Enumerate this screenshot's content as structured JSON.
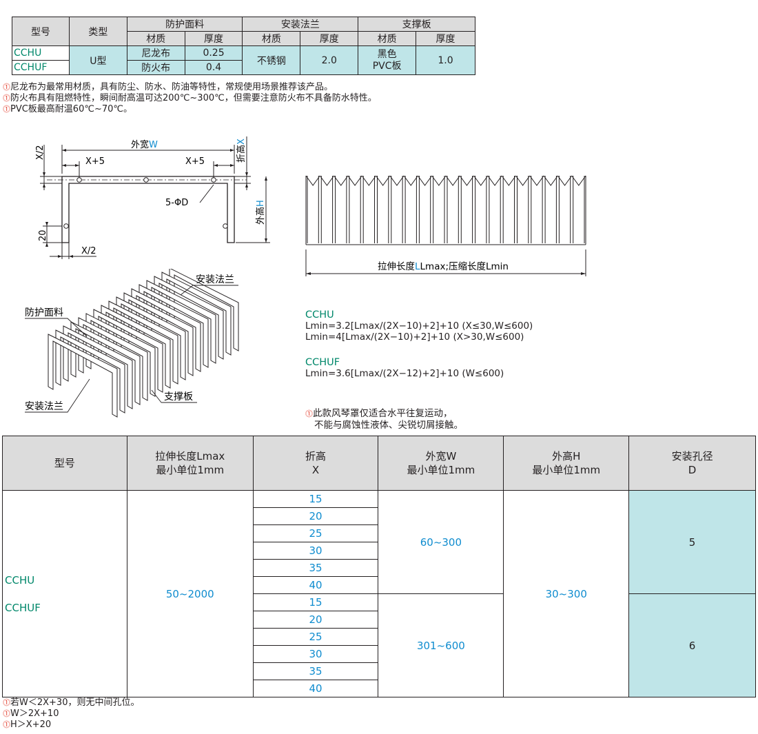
{
  "material_table": {
    "header_model": "型号",
    "header_type": "类型",
    "group_cover": "防护面料",
    "group_flange": "安装法兰",
    "group_support": "支撑板",
    "sub_material": "材质",
    "sub_thickness": "厚度",
    "model_1": "CCHU",
    "model_2": "CCHUF",
    "type": "U型",
    "cover_material_1": "尼龙布",
    "cover_thickness_1": "0.25",
    "cover_material_2": "防火布",
    "cover_thickness_2": "0.4",
    "flange_material": "不锈钢",
    "flange_thickness": "2.0",
    "support_material_line1": "黑色",
    "support_material_line2": "PVC板",
    "support_thickness": "1.0"
  },
  "top_notes": [
    "尼龙布为最常用材质，具有防尘、防水、防油等特性，常规使用场景推荐该产品。",
    "防火布具有阻燃特性，瞬间耐高温可达200℃~300℃，但需要注意防火布不具备防水特性。",
    "PVC板最高耐温60℃~70℃。"
  ],
  "drawing_labels": {
    "outer_width": "外宽",
    "outer_width_sym": "W",
    "fold_height": "折高",
    "fold_height_sym": "X",
    "outer_height": "外高",
    "outer_height_sym": "H",
    "x_half": "X/2",
    "x_plus_5": "X+5",
    "hole": "5-ΦD",
    "twenty": "20",
    "length_label_a": "拉伸长度",
    "length_label_b": "Lmax;压缩长度Lmin",
    "length_label_L": "L",
    "flange_top": "安装法兰",
    "cover": "防护面料",
    "flange_bottom": "安装法兰",
    "support": "支撑板"
  },
  "formulas": {
    "cchu_title": "CCHU",
    "cchu_line1": "Lmin=3.2[Lmax/(2X−10)+2]+10  (X≤30,W≤600)",
    "cchu_line2": "Lmin=4[Lmax/(2X−10)+2]+10  (X>30,W≤600)",
    "cchuf_title": "CCHUF",
    "cchuf_line1": "Lmin=3.6[Lmax/(2X−12)+2]+10  (W≤600)"
  },
  "middle_note": {
    "line1": "此款风琴罩仅适合水平往复运动，",
    "line2": "不能与腐蚀性液体、尖锐切屑接触。"
  },
  "spec_table": {
    "h_model": "型号",
    "h_length_1": "拉伸长度Lmax",
    "h_length_2": "最小单位1mm",
    "h_fold_1": "折高",
    "h_fold_2": "X",
    "h_width_1": "外宽W",
    "h_width_2": "最小单位1mm",
    "h_height_1": "外高H",
    "h_height_2": "最小单位1mm",
    "h_hole_1": "安装孔径",
    "h_hole_2": "D",
    "model_1": "CCHU",
    "model_2": "CCHUF",
    "length": "50~2000",
    "folds": [
      "15",
      "20",
      "25",
      "30",
      "35",
      "40",
      "15",
      "20",
      "25",
      "30",
      "35",
      "40"
    ],
    "width_1": "60~300",
    "width_2": "301~600",
    "height": "30~300",
    "hole_1": "5",
    "hole_2": "6"
  },
  "bottom_notes": [
    "若W＜2X+30，则无中间孔位。",
    "W＞2X+10",
    "H＞X+20"
  ],
  "colors": {
    "accent_blue": "#0f8ccf",
    "model_green": "#00876a",
    "cell_cyan": "#bfe5e8",
    "header_gray": "#dcdcdc",
    "note_red": "#e23a2a"
  }
}
